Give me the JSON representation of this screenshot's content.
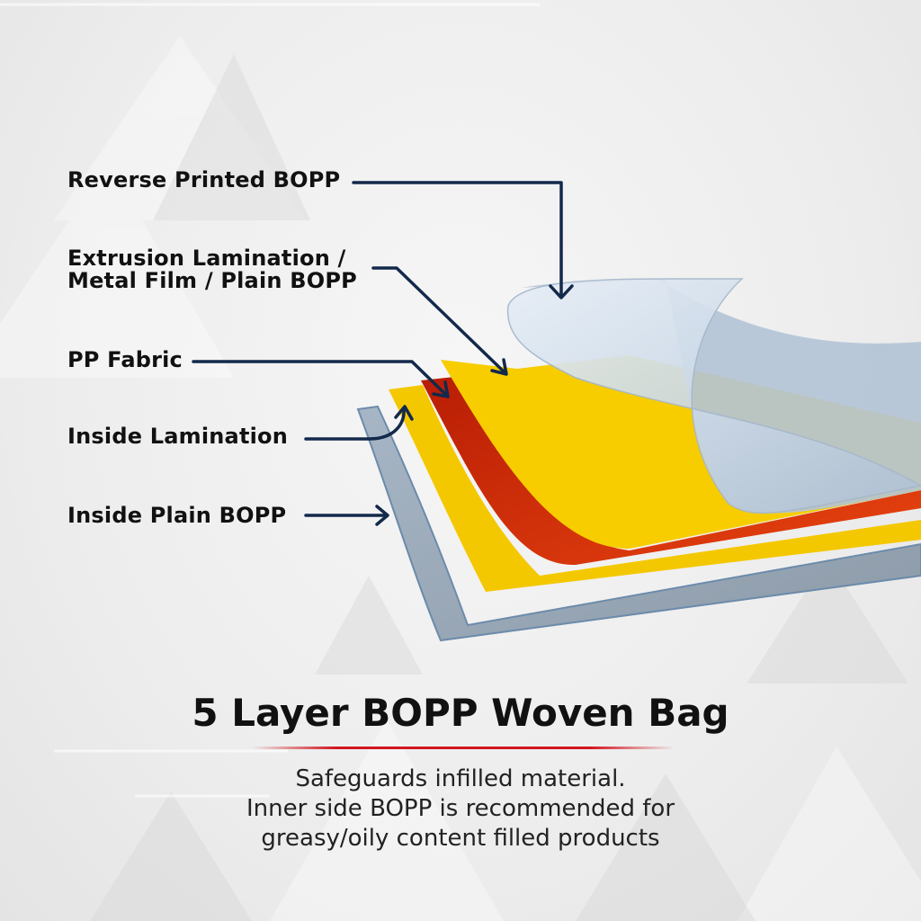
{
  "diagram": {
    "labels": [
      {
        "id": "reverse-printed-bopp",
        "lines": [
          "Reverse Printed BOPP"
        ]
      },
      {
        "id": "extrusion-lamination",
        "lines": [
          "Extrusion Lamination /",
          "Metal Film / Plain BOPP"
        ]
      },
      {
        "id": "pp-fabric",
        "lines": [
          "PP Fabric"
        ]
      },
      {
        "id": "inside-lamination",
        "lines": [
          "Inside Lamination"
        ]
      },
      {
        "id": "inside-plain-bopp",
        "lines": [
          "Inside Plain BOPP"
        ]
      }
    ],
    "colors": {
      "arrow": "#13294b",
      "transparent_film": "#c9d8e8",
      "yellow_layer": "#f5c800",
      "red_layer": "#d3300c",
      "base_film": "#9fb0c0",
      "accent_rule": "#d1161f"
    }
  },
  "footer": {
    "title": "5 Layer BOPP Woven Bag",
    "description": [
      "Safeguards infilled material.",
      "Inner side BOPP is recommended for",
      "greasy/oily content filled products"
    ]
  }
}
